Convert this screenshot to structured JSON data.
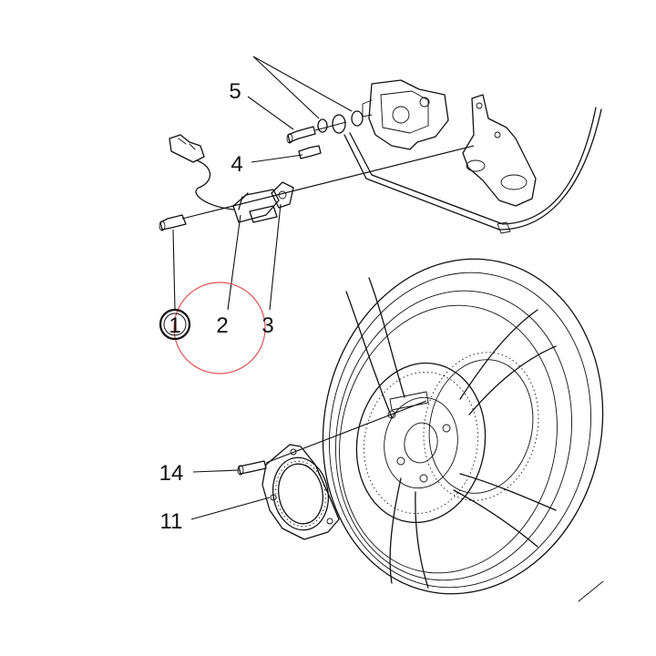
{
  "callouts": [
    {
      "id": "c1",
      "text": "1",
      "highlight": "ring"
    },
    {
      "id": "c2",
      "text": "2"
    },
    {
      "id": "c3",
      "text": "3"
    },
    {
      "id": "c4",
      "text": "4"
    },
    {
      "id": "c5",
      "text": "5"
    },
    {
      "id": "c11",
      "text": "11"
    },
    {
      "id": "c14",
      "text": "14"
    }
  ],
  "colors": {
    "line": "#111111",
    "highlight_circle": "#d9534f",
    "background": "#ffffff"
  }
}
